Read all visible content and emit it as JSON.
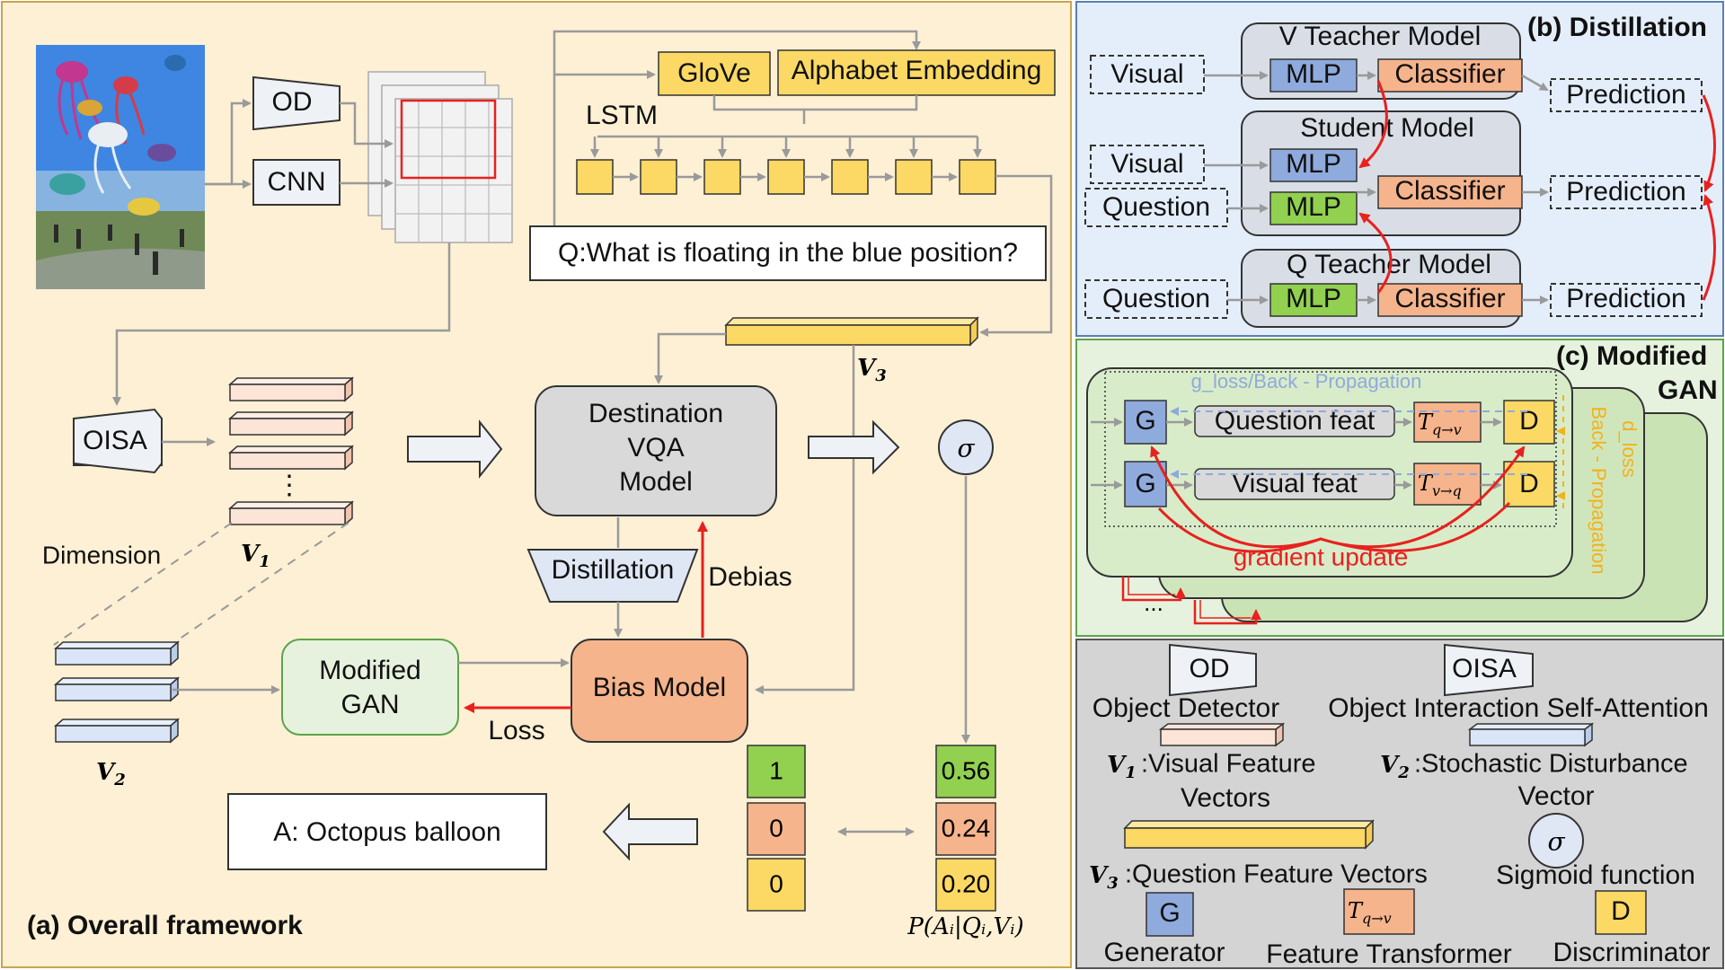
{
  "panel_a": {
    "title": "(a) Overall framework",
    "od_label": "OD",
    "cnn_label": "CNN",
    "oisa_label": "OISA",
    "glove_label": "GloVe",
    "alphabet_label": "Alphabet Embedding",
    "lstm_label": "LSTM",
    "question_text": "Q:What is floating in the blue position?",
    "destination_model_lines": [
      "Destination",
      "VQA",
      "Model"
    ],
    "distillation_label": "Distillation",
    "debias_label": "Debias",
    "bias_model_label": "Bias Model",
    "modified_gan_lines": [
      "Modified",
      "GAN"
    ],
    "loss_label": "Loss",
    "dimension_label": "Dimension",
    "sigma_symbol": "σ",
    "answer_text": "A: Octopus balloon",
    "answer_vector": [
      "1",
      "0",
      "0"
    ],
    "prob_vector": [
      "0.56",
      "0.24",
      "0.20"
    ],
    "prob_formula": "P(Aᵢ|Qᵢ,Vᵢ)",
    "v1": "V",
    "v1_sub": "1",
    "v2": "V",
    "v2_sub": "2",
    "v3": "V",
    "v3_sub": "3",
    "ellipsis": "⋮"
  },
  "panel_b": {
    "title": "(b) Distillation",
    "v_teacher_title": "V Teacher Model",
    "student_title": "Student Model",
    "q_teacher_title": "Q Teacher Model",
    "visual_label": "Visual",
    "question_label": "Question",
    "mlp_label": "MLP",
    "classifier_label": "Classifier",
    "prediction_label": "Prediction"
  },
  "panel_c": {
    "title_lines": [
      "(c) Modified",
      "GAN"
    ],
    "g_loss_label": "g_loss/Back - Propagation",
    "d_loss_lines": [
      "d_loss",
      "Back - Propagation"
    ],
    "g_label": "G",
    "d_label": "D",
    "question_feat": "Question feat",
    "visual_feat": "Visual feat",
    "t_qv": "T",
    "t_qv_sub": "q→v",
    "t_vq": "T",
    "t_vq_sub": "v→q",
    "gradient_update": "gradient update",
    "ellipsis": "..."
  },
  "legend": {
    "od_label": "OD",
    "od_desc": "Object Detector",
    "oisa_label": "OISA",
    "oisa_desc": "Object Interaction Self-Attention",
    "v1_desc_line1": ":Visual Feature",
    "v1_desc_line2": "Vectors",
    "v2_desc_line1": ":Stochastic Disturbance",
    "v2_desc_line2": "Vector",
    "v3_desc": ":Question Feature Vectors",
    "sigma_desc": "Sigmoid function",
    "g_label": "G",
    "g_desc": "Generator",
    "t_label": "T",
    "t_sub": "q→v",
    "t_desc": "Feature Transformer",
    "d_label": "D",
    "d_desc": "Discriminator"
  },
  "colors": {
    "panel_a_bg": "#fdf0d4",
    "panel_b_bg": "#e4eefa",
    "panel_c_bg": "#e6f2de",
    "legend_bg": "#d4d4d4",
    "yellow": "#fcd964",
    "green": "#92d050",
    "salmon": "#f6b48c",
    "blue": "#8faadc",
    "gray_box": "#d9d9d9",
    "red_arrow": "#e8211f",
    "dashed_blue": "#8faadc",
    "orange_text": "#f3b21b"
  }
}
